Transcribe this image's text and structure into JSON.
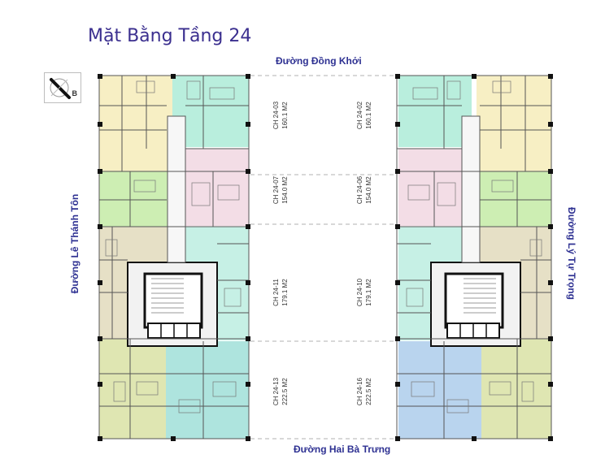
{
  "title": "Mặt Bằng Tầng 24",
  "streets": {
    "top": "Đường Đồng Khởi",
    "bottom": "Đường Hai Bà Trưng",
    "left": "Đường Lê Thánh Tôn",
    "right": "Đường Lý Tự Trọng"
  },
  "compass_label": "B",
  "units": [
    {
      "code": "CH 24-03",
      "area": "160.1 M2"
    },
    {
      "code": "CH 24-02",
      "area": "160.1 M2"
    },
    {
      "code": "CH 24-07",
      "area": "154.0 M2"
    },
    {
      "code": "CH 24-06",
      "area": "154.0 M2"
    },
    {
      "code": "CH 24-11",
      "area": "179.1 M2"
    },
    {
      "code": "CH 24-10",
      "area": "179.1 M2"
    },
    {
      "code": "CH 24-13",
      "area": "222.5 M2"
    },
    {
      "code": "CH 24-16",
      "area": "222.5 M2"
    }
  ],
  "colors": {
    "yellow": "#f7efc4",
    "mint": "#b9eedd",
    "green": "#cdeeb3",
    "pink": "#f3dde6",
    "khaki": "#e6e0c6",
    "aqua": "#c6f0e5",
    "olive": "#dfe6b2",
    "teal": "#aee4de",
    "blue": "#b9d4ee",
    "title": "#3b2f8f",
    "street": "#2e3192"
  }
}
